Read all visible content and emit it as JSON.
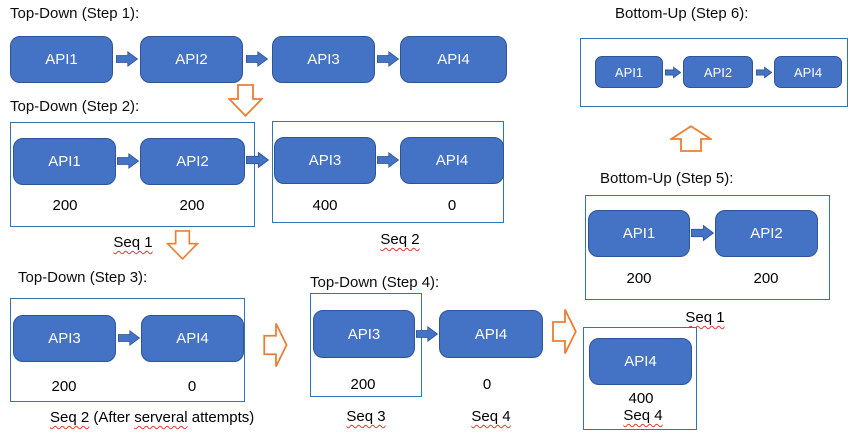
{
  "colors": {
    "node_fill": "#4472C4",
    "node_border": "#2F5597",
    "container_border": "#2E75B6",
    "orange_arrow": "#ED7D31",
    "spellcheck_squiggle": "#E03A2F",
    "node_text": "#FFFFFF"
  },
  "step1": {
    "title": "Top-Down (Step 1):",
    "nodes": [
      "API1",
      "API2",
      "API3",
      "API4"
    ]
  },
  "step2": {
    "title": "Top-Down (Step 2):",
    "seq1": {
      "nodes": [
        "API1",
        "API2"
      ],
      "values": [
        "200",
        "200"
      ],
      "label": "Seq 1"
    },
    "seq2": {
      "nodes": [
        "API3",
        "API4"
      ],
      "values": [
        "400",
        "0"
      ],
      "label": "Seq 2"
    }
  },
  "step3": {
    "title": "Top-Down (Step 3):",
    "nodes": [
      "API3",
      "API4"
    ],
    "values": [
      "200",
      "0"
    ],
    "label": {
      "seq": "Seq 2",
      "mid": " (After ",
      "typo": "serveral",
      "end": " attempts)"
    }
  },
  "step4": {
    "title": "Top-Down (Step 4):",
    "boxed": {
      "node": "API3",
      "value": "200",
      "label": "Seq 3"
    },
    "unboxed": {
      "node": "API4",
      "value": "0",
      "label": "Seq 4"
    }
  },
  "step5": {
    "title": "Bottom-Up (Step 5):",
    "nodes": [
      "API1",
      "API2"
    ],
    "values": [
      "200",
      "200"
    ],
    "label": "Seq 1"
  },
  "seq4box": {
    "node": "API4",
    "value": "400",
    "label": "Seq 4"
  },
  "step6": {
    "title": "Bottom-Up (Step 6):",
    "nodes": [
      "API1",
      "API2",
      "API4"
    ]
  }
}
